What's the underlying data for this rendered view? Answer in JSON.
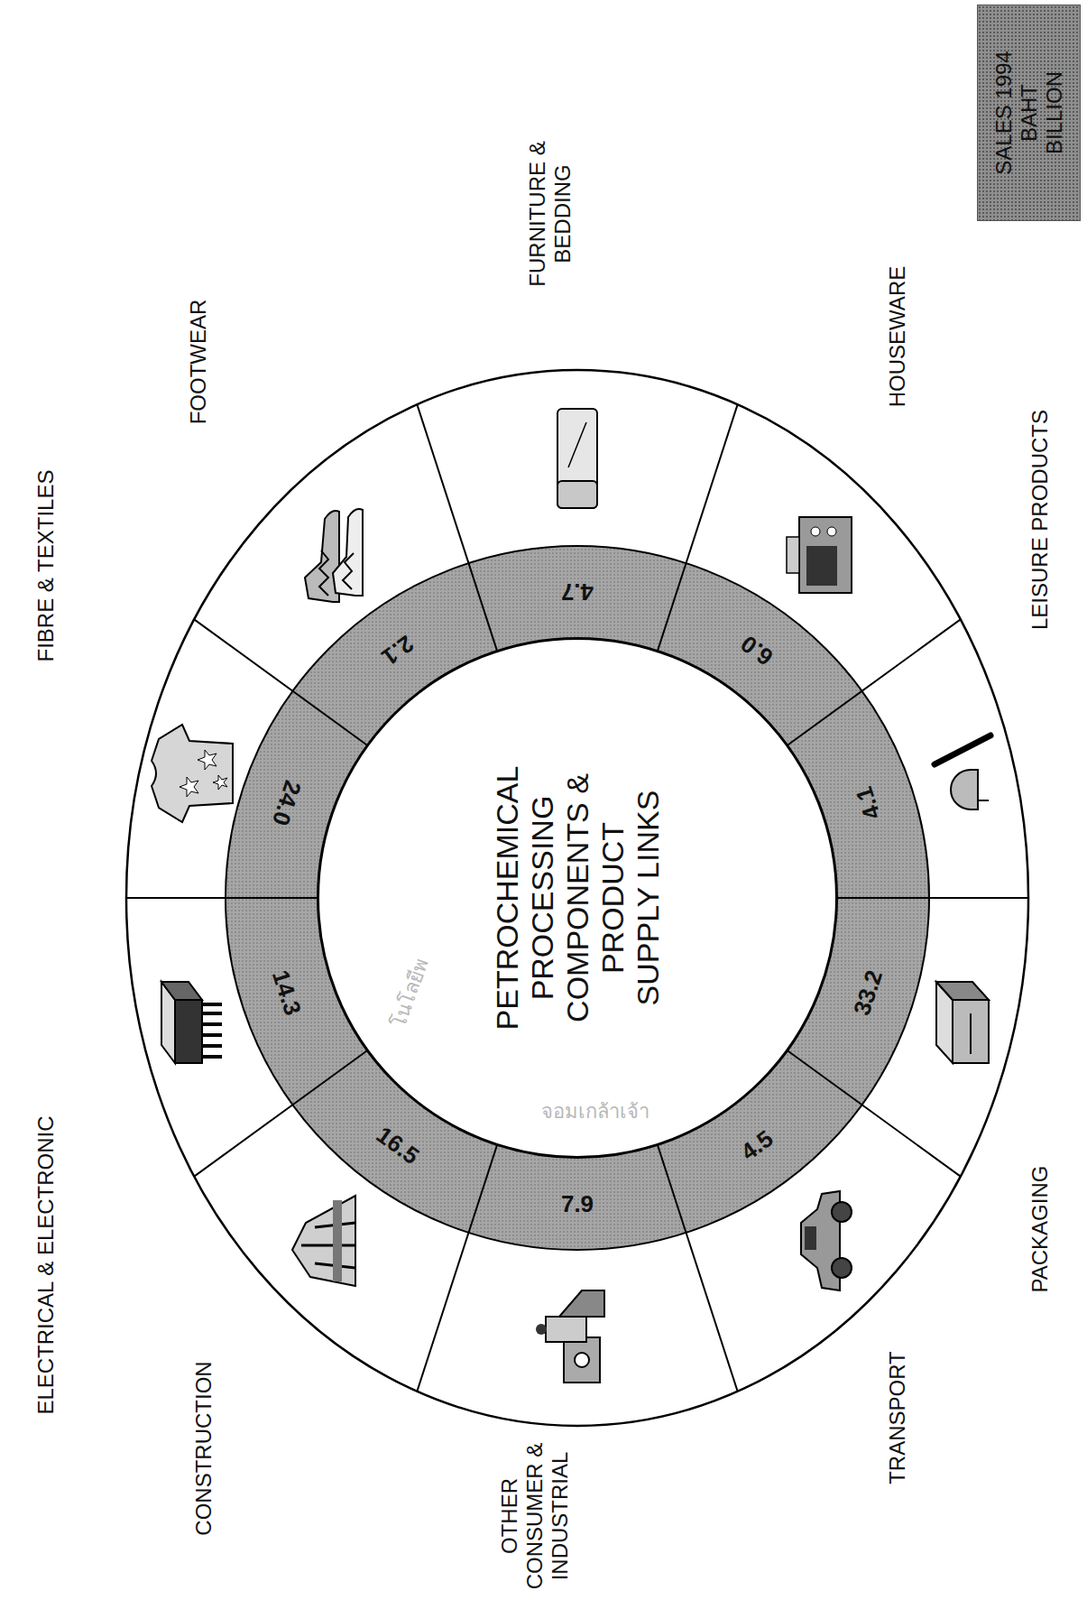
{
  "diagram": {
    "nodes": [
      {
        "text": [
          "SALES 1994 BAHT BILLION"
        ]
      },
      {
        "text": [
          "PETROCHEMICAL PROCESSING COMPONENTS & PRODUCT SUPPLY LINKS"
        ]
      },
      {
        "text": [
          "2.1"
        ]
      },
      {
        "text": [
          "24.0"
        ]
      },
      {
        "text": [
          "14.3"
        ]
      },
      {
        "text": [
          "16.5"
        ]
      },
      {
        "text": [
          "7.9"
        ]
      },
      {
        "text": [
          "4.5"
        ]
      },
      {
        "text": [
          "33.2"
        ]
      },
      {
        "text": [
          "4.1"
        ]
      },
      {
        "text": [
          "6.0"
        ]
      },
      {
        "text": [
          "4.7"
        ]
      }
    ],
    "labels": [
      "FIBRE & TEXTILES",
      "FOOTWEAR",
      "FURNITURE & BEDDING",
      "HOUSEWARE",
      "LEISURE PRODUCTS",
      "PACKAGING",
      "TRANSPORT",
      "OTHER CONSUMER & INDUSTRIAL",
      "CONSTRUCTION",
      "ELECTRICAL & ELECTRONIC",
      "โนโลยีพ",
      "จอมเกล้าเจ้า"
    ]
  }
}
